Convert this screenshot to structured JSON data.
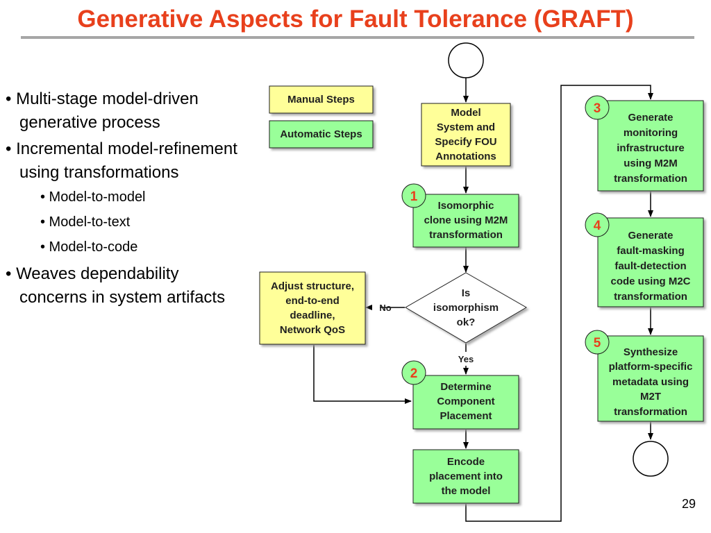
{
  "title": "Generative Aspects for Fault Tolerance (GRAFT)",
  "bullets": [
    {
      "level": 1,
      "text": "• Multi-stage model-driven generative process"
    },
    {
      "level": 1,
      "text": "• Incremental model-refinement using transformations"
    },
    {
      "level": 2,
      "text": "• Model-to-model"
    },
    {
      "level": 2,
      "text": "• Model-to-text"
    },
    {
      "level": 2,
      "text": "• Model-to-code"
    },
    {
      "level": 1,
      "text": "• Weaves dependability concerns in system artifacts"
    }
  ],
  "legend": {
    "manual": "Manual Steps",
    "automatic": "Automatic Steps"
  },
  "colors": {
    "title": "#e8401c",
    "manual_fill": "#ffff99",
    "automatic_fill": "#99ff99",
    "badge_fill": "#99ff99",
    "badge_text": "#e8401c"
  },
  "flow": {
    "model_system": [
      "Model",
      "System and",
      "Specify FOU",
      "Annotations"
    ],
    "step1": {
      "num": "1",
      "lines": [
        "Isomorphic",
        "clone using M2M",
        "transformation"
      ]
    },
    "decision": [
      "Is",
      "isomorphism",
      "ok?"
    ],
    "no_label": "No",
    "yes_label": "Yes",
    "adjust": [
      "Adjust structure,",
      "end-to-end",
      "deadline,",
      "Network QoS"
    ],
    "step2": {
      "num": "2",
      "lines": [
        "Determine",
        "Component",
        "Placement"
      ]
    },
    "encode": [
      "Encode",
      "placement into",
      "the model"
    ],
    "step3": {
      "num": "3",
      "lines": [
        "Generate",
        "monitoring",
        "infrastructure",
        "using M2M",
        "transformation"
      ]
    },
    "step4": {
      "num": "4",
      "lines": [
        "Generate",
        "fault-masking",
        "fault-detection",
        "code using M2C",
        "transformation"
      ]
    },
    "step5": {
      "num": "5",
      "lines": [
        "Synthesize",
        "platform-specific",
        "metadata using",
        "M2T",
        "transformation"
      ]
    }
  },
  "page_number": "29"
}
